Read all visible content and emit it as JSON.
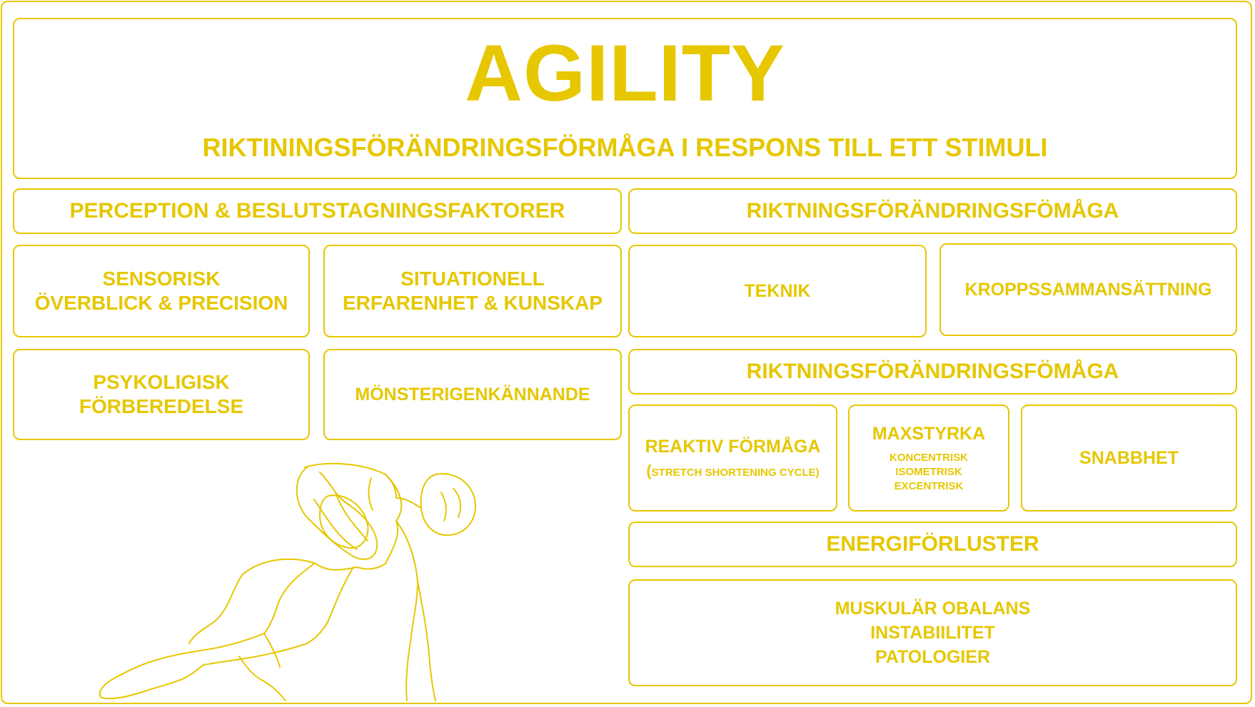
{
  "title": "AGILITY",
  "subtitle": "RIKTININGSFÖRÄNDRINGSFÖRMÅGA I RESPONS TILL ETT STIMULI",
  "left": {
    "header": "PERCEPTION & BESLUTSTAGNINGSFAKTORER",
    "boxes": [
      {
        "line1": "SENSORISK",
        "line2": "ÖVERBLICK & PRECISION"
      },
      {
        "line1": "SITUATIONELL",
        "line2": "ERFARENHET & KUNSKAP"
      },
      {
        "line1": "PSYKOLIGISK",
        "line2": "FÖRBEREDELSE"
      },
      {
        "line1": "MÖNSTERIGENKÄNNANDE"
      }
    ]
  },
  "right": {
    "header1": "RIKTNINGSFÖRÄNDRINGSFÖMÅGA",
    "teknik": "TEKNIK",
    "kropp": "KROPPSSAMMANSÄTTNING",
    "header2": "RIKTNINGSFÖRÄNDRINGSFÖMÅGA",
    "reaktiv": {
      "label": "REAKTIV FÖRMÅGA",
      "paren_open": "(",
      "sub": "STRETCH SHORTENING CYCLE)"
    },
    "maxstyrka": {
      "label": "MAXSTYRKA",
      "sub1": "KONCENTRISK",
      "sub2": "ISOMETRISK",
      "sub3": "EXCENTRISK"
    },
    "snabbhet": "SNABBHET",
    "energi": "ENERGIFÖRLUSTER",
    "muskul": {
      "line1": "MUSKULÄR OBALANS",
      "line2": "INSTABIILITET",
      "line3": "PATOLOGIER"
    }
  },
  "colors": {
    "accent": "#e6c700",
    "background": "#ffffff"
  },
  "icons": {
    "figure": "athlete-cutting-icon"
  }
}
